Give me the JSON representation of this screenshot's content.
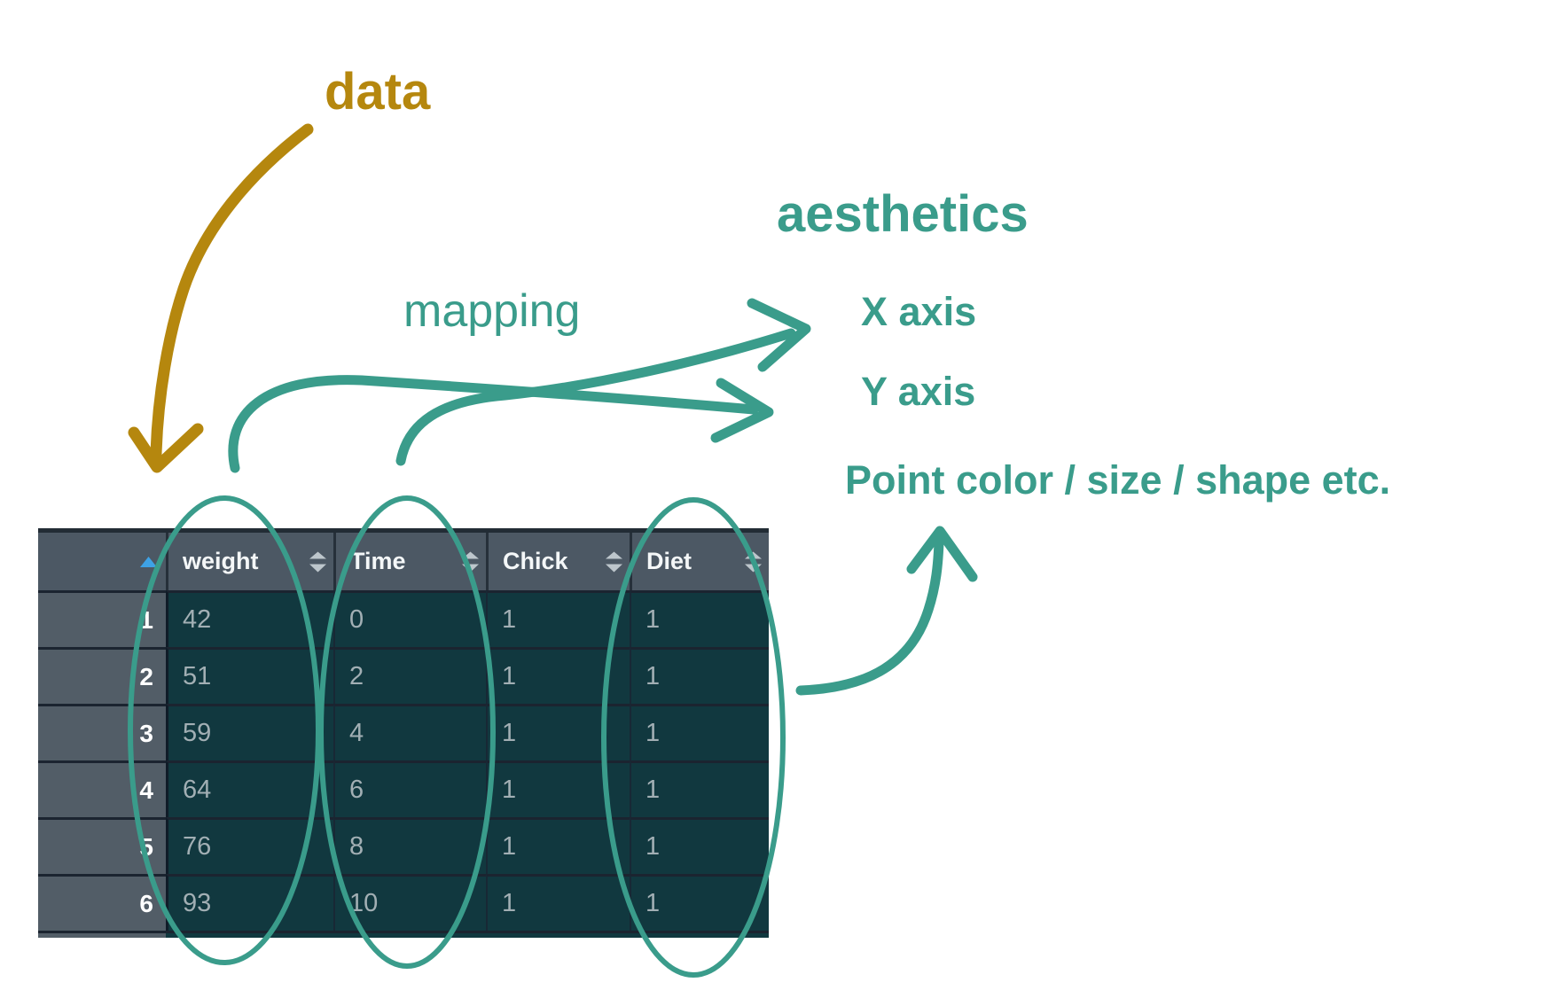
{
  "colors": {
    "teal": "#3A9C8B",
    "gold": "#B5870E",
    "table_header_bg": "#4C5864",
    "rownum_bg": "#525D67",
    "cell_bg": "#11383F",
    "header_text": "#F4F7F8",
    "cell_text": "#A2AFB4",
    "sort_arrow": "#BDC6CC",
    "sort_active_blue": "#3EA2E5"
  },
  "labels": {
    "data": "data",
    "mapping": "mapping",
    "aesthetics": "aesthetics",
    "aesthetic_items": {
      "x": "X axis",
      "y": "Y axis",
      "point": "Point color / size / shape etc."
    }
  },
  "annotations": {
    "circled_columns": "weight, Time, Diet",
    "arrows": [
      {
        "name": "data-arrow",
        "from": "data",
        "to": "table"
      },
      {
        "name": "weight-to-y-arrow",
        "from": "weight column",
        "to": "Y axis"
      },
      {
        "name": "time-to-x-arrow",
        "from": "Time column",
        "to": "X axis"
      },
      {
        "name": "diet-to-point-arrow",
        "from": "Diet column",
        "to": "Point color / size / shape etc."
      }
    ]
  },
  "table": {
    "columns": [
      {
        "label": "weight"
      },
      {
        "label": "Time"
      },
      {
        "label": "Chick"
      },
      {
        "label": "Diet"
      }
    ],
    "row_header_sort_icon": "ascending-triangle",
    "column_sort_icon": "up-down-arrows",
    "rows": [
      {
        "num": "1",
        "weight": "42",
        "time": "0",
        "chick": "1",
        "diet": "1"
      },
      {
        "num": "2",
        "weight": "51",
        "time": "2",
        "chick": "1",
        "diet": "1"
      },
      {
        "num": "3",
        "weight": "59",
        "time": "4",
        "chick": "1",
        "diet": "1"
      },
      {
        "num": "4",
        "weight": "64",
        "time": "6",
        "chick": "1",
        "diet": "1"
      },
      {
        "num": "5",
        "weight": "76",
        "time": "8",
        "chick": "1",
        "diet": "1"
      },
      {
        "num": "6",
        "weight": "93",
        "time": "10",
        "chick": "1",
        "diet": "1"
      }
    ]
  }
}
